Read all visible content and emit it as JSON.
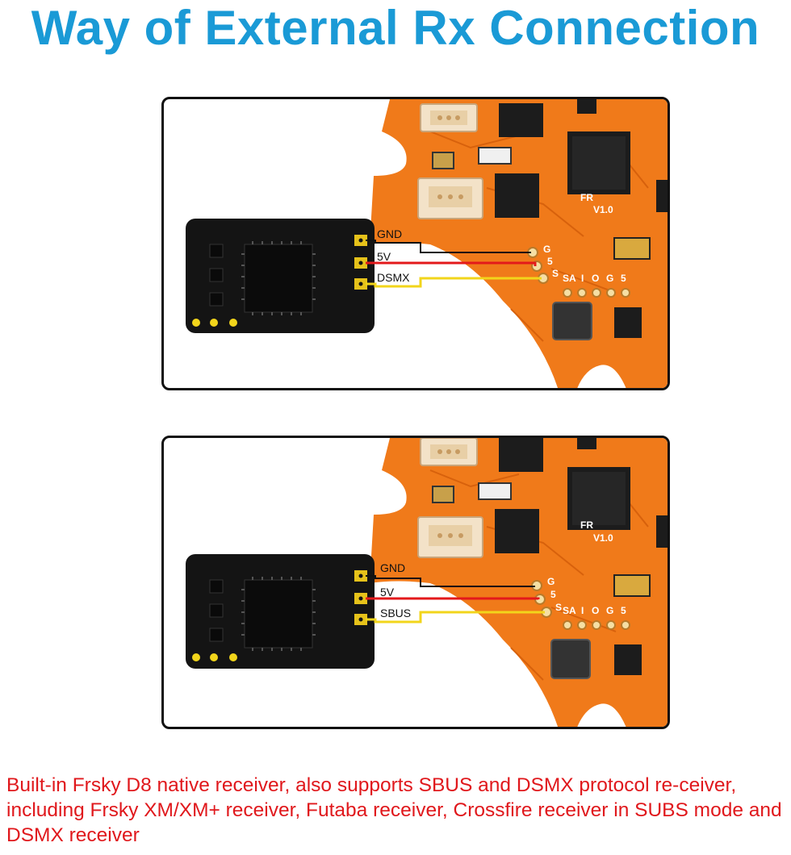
{
  "title": "Way of External Rx Connection",
  "colors": {
    "title": "#1a9ad6",
    "description": "#e0181c",
    "board": "#f07a1a",
    "board_dark": "#d7610c",
    "chip": "#1c1c1c",
    "receiver": "#141414",
    "pad": "#e6c21a",
    "wire_gnd": "#111111",
    "wire_5v": "#e3191b",
    "wire_signal": "#f2d51b"
  },
  "panels": [
    {
      "receiver_pins": [
        "GND",
        "5V",
        "DSMX"
      ],
      "board_pad_labels": [
        "G",
        "5",
        "S"
      ],
      "board_silk_row": [
        "SA",
        "I",
        "O",
        "G",
        "5"
      ],
      "board_version": [
        "FR",
        "V1.0"
      ]
    },
    {
      "receiver_pins": [
        "GND",
        "5V",
        "SBUS"
      ],
      "board_pad_labels": [
        "G",
        "5",
        "S"
      ],
      "board_silk_row": [
        "SA",
        "I",
        "O",
        "G",
        "5"
      ],
      "board_version": [
        "FR",
        "V1.0"
      ]
    }
  ],
  "description": "Built-in Frsky D8 native receiver, also supports SBUS and DSMX protocol re-ceiver, including Frsky XM/XM+ receiver, Futaba receiver, Crossfire receiver in SUBS mode and DSMX receiver"
}
